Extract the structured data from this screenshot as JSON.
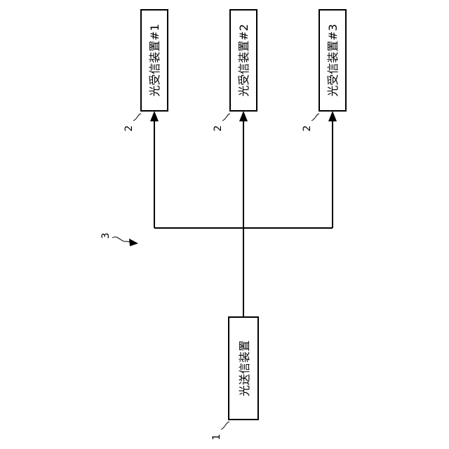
{
  "transmitter": {
    "label": "光送信装置",
    "ref": "1"
  },
  "receivers": [
    {
      "label": "光受信装置#1",
      "ref": "2"
    },
    {
      "label": "光受信装置#2",
      "ref": "2"
    },
    {
      "label": "光受信装置#3",
      "ref": "2"
    }
  ],
  "network": {
    "ref": "3"
  }
}
